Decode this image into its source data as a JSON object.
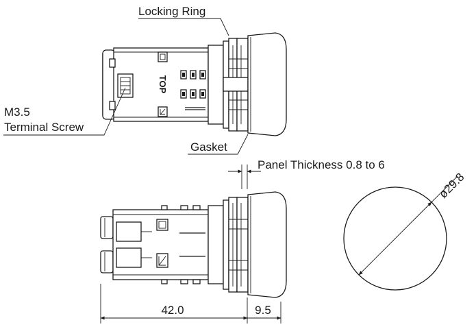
{
  "labels": {
    "locking_ring": "Locking Ring",
    "terminal_screw_line1": "M3.5",
    "terminal_screw_line2": "Terminal Screw",
    "gasket": "Gasket",
    "panel_thickness": "Panel Thickness 0.8 to 6",
    "top_mark": "TOP"
  },
  "dimensions": {
    "body_length": "42.0",
    "head_length": "9.5",
    "cutout_diameter": "ø29.8"
  }
}
